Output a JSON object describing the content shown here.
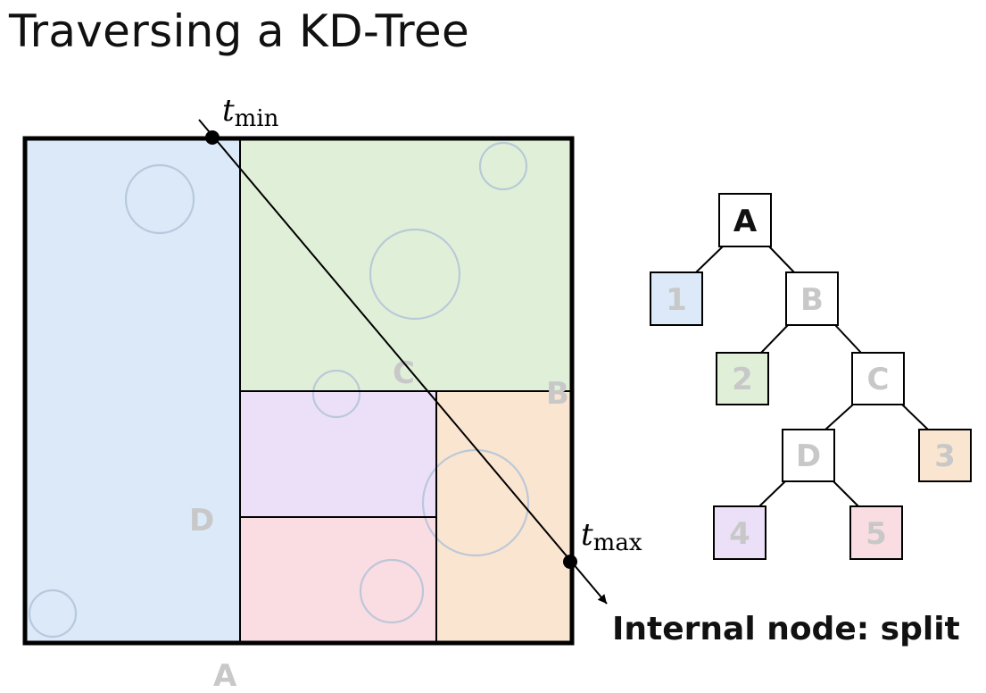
{
  "title": "Traversing a KD-Tree",
  "caption": "Internal node: split",
  "ray": {
    "tmin_var": "t",
    "tmin_sub": "min",
    "tmax_var": "t",
    "tmax_sub": "max"
  },
  "split_labels": {
    "A": "A",
    "B": "B",
    "C": "C",
    "D": "D"
  },
  "tree": {
    "nodes": {
      "A": "A",
      "B": "B",
      "C": "C",
      "D": "D",
      "leaf1": "1",
      "leaf2": "2",
      "leaf3": "3",
      "leaf4": "4",
      "leaf5": "5"
    }
  },
  "colors": {
    "region1": "#dbe9f8",
    "region2": "#e0f0d8",
    "region3": "#fae5d1",
    "region4": "#ebe0f8",
    "region5": "#fadde2",
    "faded_text": "#c8c8c8",
    "circle_stroke": "#b2c3d8"
  }
}
